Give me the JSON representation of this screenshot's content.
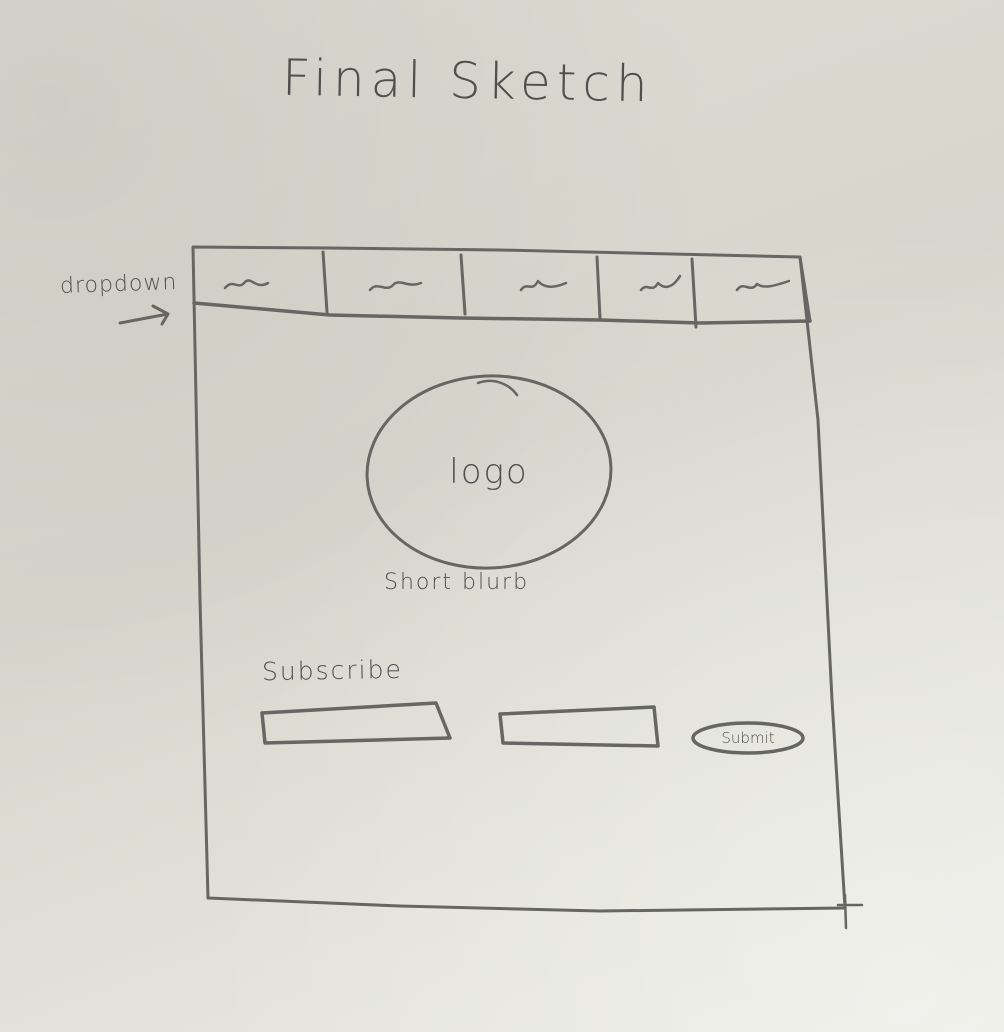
{
  "title": "Final Sketch",
  "annotation": {
    "label": "dropdown",
    "arrow_icon": "arrow-up-right-icon"
  },
  "nav": {
    "tabs": [
      {
        "label": "~"
      },
      {
        "label": "~"
      },
      {
        "label": "~"
      },
      {
        "label": "~"
      },
      {
        "label": "~"
      }
    ]
  },
  "hero": {
    "logo_label": "logo",
    "blurb": "Short blurb"
  },
  "subscribe": {
    "heading": "Subscribe",
    "field_1": "",
    "field_2": "",
    "submit_label": "Submit"
  },
  "colors": {
    "paper": "#dcdcd3",
    "pencil": "#666662"
  }
}
